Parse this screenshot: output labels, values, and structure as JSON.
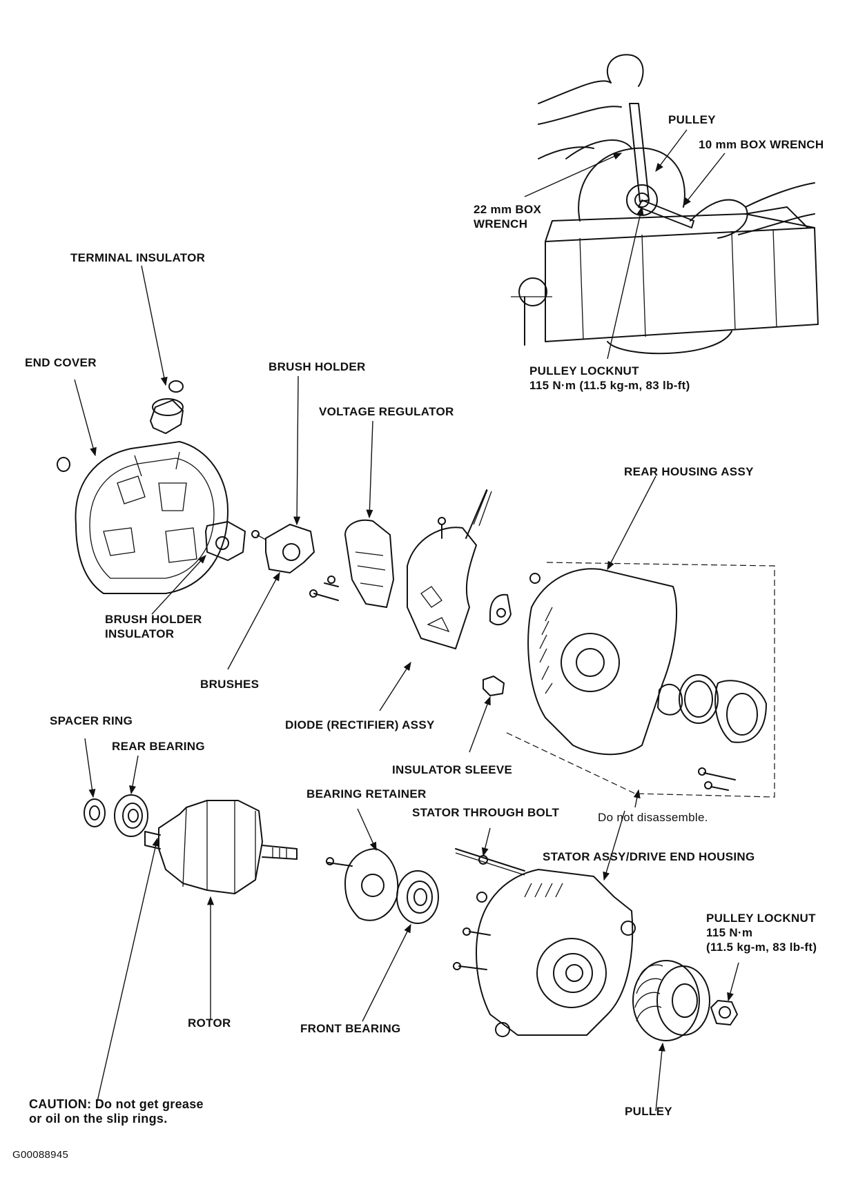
{
  "labels": {
    "pulley_top": "PULLEY",
    "box_wrench_10": "10 mm BOX WRENCH",
    "box_wrench_22_l1": "22 mm BOX",
    "box_wrench_22_l2": "WRENCH",
    "terminal_insulator": "TERMINAL INSULATOR",
    "pulley_locknut_top_l1": "PULLEY LOCKNUT",
    "pulley_locknut_top_l2": "115 N·m (11.5 kg-m, 83 lb-ft)",
    "end_cover": "END COVER",
    "brush_holder": "BRUSH HOLDER",
    "voltage_regulator": "VOLTAGE REGULATOR",
    "rear_housing_assy": "REAR HOUSING ASSY",
    "brush_holder_insulator_l1": "BRUSH HOLDER",
    "brush_holder_insulator_l2": "INSULATOR",
    "brushes": "BRUSHES",
    "spacer_ring": "SPACER RING",
    "diode_assy": "DIODE (RECTIFIER) ASSY",
    "rear_bearing": "REAR BEARING",
    "insulator_sleeve": "INSULATOR SLEEVE",
    "bearing_retainer": "BEARING RETAINER",
    "stator_through_bolt": "STATOR THROUGH BOLT",
    "do_not_disassemble": "Do not disassemble.",
    "stator_assy": "STATOR ASSY/DRIVE END HOUSING",
    "pulley_locknut_bottom_l1": "PULLEY LOCKNUT",
    "pulley_locknut_bottom_l2": "115 N·m",
    "pulley_locknut_bottom_l3": "(11.5 kg-m, 83 lb-ft)",
    "rotor": "ROTOR",
    "front_bearing": "FRONT BEARING",
    "caution_l1": "CAUTION:  Do not get grease",
    "caution_l2": "or oil on the slip rings.",
    "pulley_bottom": "PULLEY",
    "figure_id": "G00088945"
  }
}
